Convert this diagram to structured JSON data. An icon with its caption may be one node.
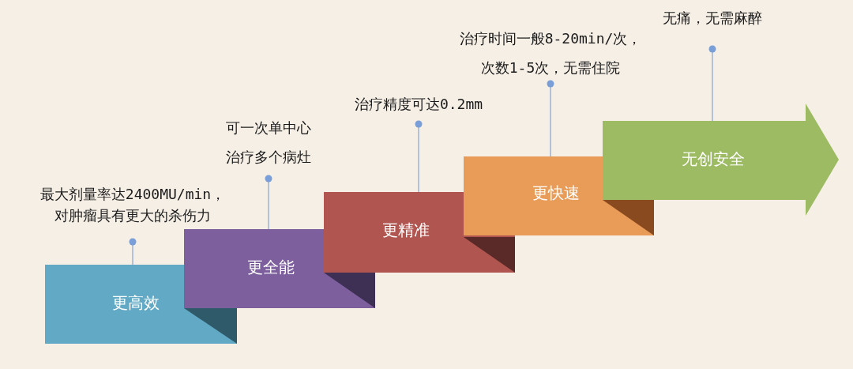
{
  "diagram": {
    "nodes": [
      {
        "text": [
          "最大剂量率达2400MU/min，对肿瘤具有更大的杀伤力"
        ]
      },
      {
        "text": [
          "更高效"
        ]
      },
      {
        "text": [
          "可一次单中心治疗多个病灶"
        ]
      },
      {
        "text": [
          "更全能"
        ]
      },
      {
        "text": [
          "治疗精度可达0.2mm"
        ]
      },
      {
        "text": [
          "更精准"
        ]
      },
      {
        "text": [
          "治疗时间一般8-20min/次，次数1-5次，无需住院"
        ]
      },
      {
        "text": [
          "更快速"
        ]
      },
      {
        "text": [
          "无痛，无需麻醉"
        ]
      },
      {
        "text": [
          "无创安全"
        ]
      }
    ],
    "edges": [
      {
        "from": 0,
        "to": 1,
        "arrow": "other"
      },
      {
        "from": 2,
        "to": 3,
        "arrow": "other"
      },
      {
        "from": 4,
        "to": 5,
        "arrow": "other"
      },
      {
        "from": 6,
        "to": 7,
        "arrow": "other"
      },
      {
        "from": 8,
        "to": 9,
        "arrow": "other"
      }
    ]
  }
}
